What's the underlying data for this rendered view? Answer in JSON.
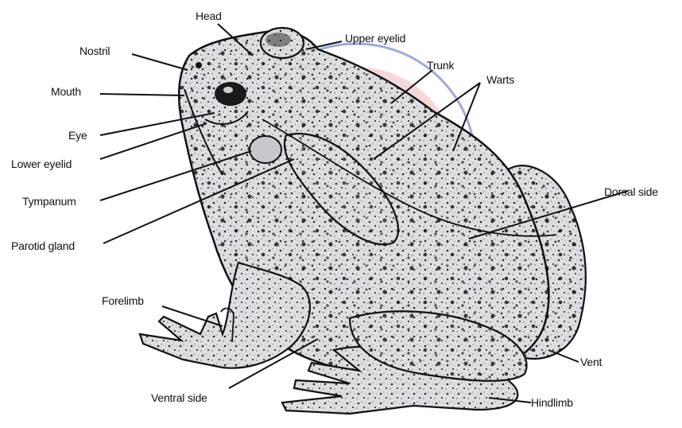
{
  "labels": {
    "head": "Head",
    "nostril": "Nostril",
    "upper_eyelid": "Upper eyelid",
    "trunk": "Trunk",
    "warts": "Warts",
    "mouth": "Mouth",
    "eye": "Eye",
    "lower_eyelid": "Lower eyelid",
    "tympanum": "Tympanum",
    "parotid_gland": "Parotid gland",
    "dorsal_side": "Dorsal side",
    "forelimb": "Forelimb",
    "ventral_side": "Ventral side",
    "vent": "Vent",
    "hindlimb": "Hindlimb"
  },
  "colors": {
    "ink": "#111111",
    "skin": "#dedee2",
    "watermark_red": "#d9646b",
    "watermark_blue": "#8e9ccf"
  }
}
